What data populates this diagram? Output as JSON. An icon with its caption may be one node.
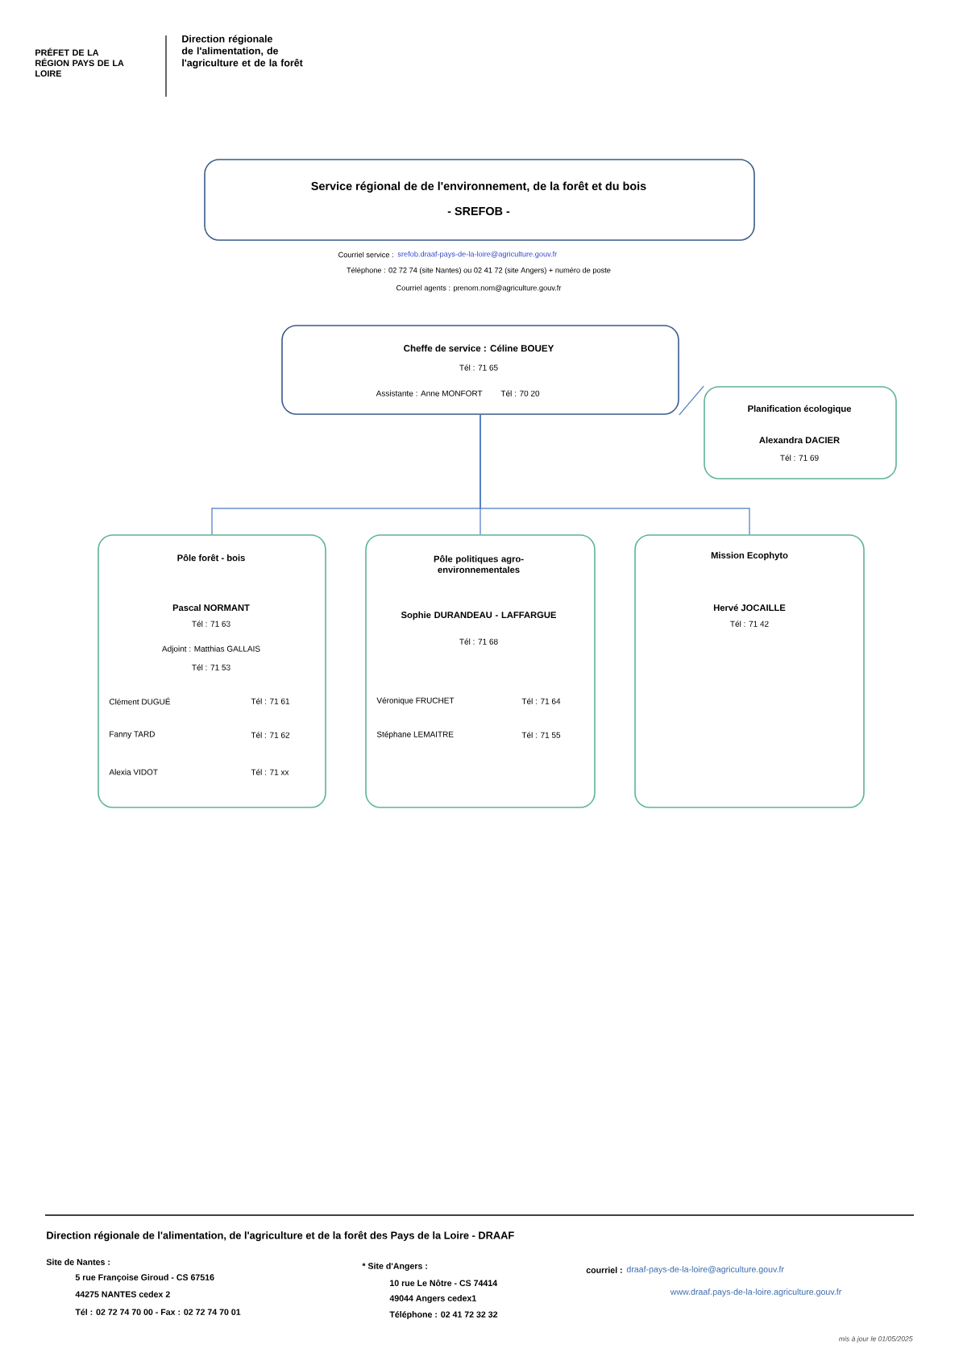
{
  "diagram": {
    "nodes": [
      {
        "text": [
          "Service régional de de l'environnement, de la forêt et du bois",
          "- SREFOB -"
        ]
      },
      {
        "text": [
          "Cheffe de service : Céline BOUEY",
          "Tél :  71 65",
          "Assistante : Anne MONFORT",
          "Tél : 70 20"
        ]
      },
      {
        "text": [
          "Planification écologique",
          "Alexandra DACIER",
          "Tél : 71 69"
        ]
      },
      {
        "text": [
          "Pôle forêt - bois",
          "Pascal NORMANT",
          "Tél :  71 63",
          "Adjoint : Matthias GALLAIS",
          "Tél : 71 53",
          "Clément DUGUÉ",
          "Tél : 71 61",
          "Fanny TARD",
          "Tél : 71 62",
          "Alexia VIDOT",
          "Tél : 71 xx"
        ]
      },
      {
        "text": [
          "Pôle politiques agro-environnementales",
          "Sophie DURANDEAU - LAFFARGUE",
          "Tél : 71 68",
          "Véronique FRUCHET",
          "Tél : 71 64",
          "Stéphane LEMAITRE",
          "Tél : 71 55"
        ]
      },
      {
        "text": [
          "Mission Ecophyto",
          "Hervé JOCAILLE",
          "Tél : 71 42"
        ]
      }
    ],
    "edges": [
      {
        "from": 1,
        "to": 2,
        "arrow": "none"
      },
      {
        "from": 1,
        "to": 3,
        "arrow": "none"
      },
      {
        "from": 1,
        "to": 4,
        "arrow": "none"
      },
      {
        "from": 1,
        "to": 5,
        "arrow": "none"
      }
    ],
    "labels": [
      "PRÉFET DE LA RÉGION PAYS DE LA LOIRE",
      "Direction régionale de l'alimentation, de l'agriculture et de la forêt",
      "Courriel service :",
      "srefob.draaf-pays-de-la-loire@agriculture.gouv.fr",
      "Téléphone : 02 72 74  (site Nantes) ou 02 41 72 (site Angers) + numéro de poste",
      "Courriel agents : prenom.nom@agriculture.gouv.fr",
      "Direction régionale de l'alimentation, de l'agriculture et de la forêt des Pays de la Loire - DRAAF",
      "Site de Nantes :",
      "5 rue Françoise Giroud  -  CS 67516",
      "44275 NANTES cedex 2",
      "Tél : 02 72 74 70 00   -   Fax : 02 72 74 70 01",
      "* Site d'Angers :",
      "10 rue Le Nôtre  -  CS 74414",
      "49044 Angers cedex1",
      "Téléphone : 02 41 72 32 32",
      "courriel :",
      "draaf-pays-de-la-loire@agriculture.gouv.fr",
      "www.draaf.pays-de-la-loire.agriculture.gouv.fr",
      "mis à jour le 01/05/2025"
    ]
  }
}
